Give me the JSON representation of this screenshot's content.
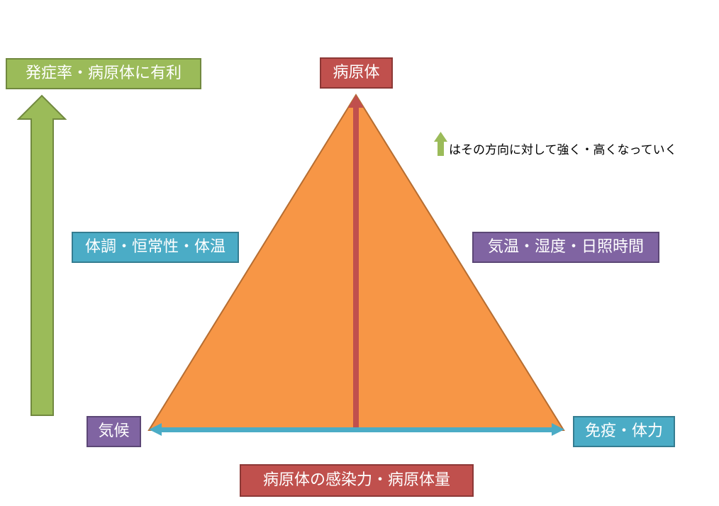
{
  "labels": {
    "favorable": "発症率・病原体に有利",
    "pathogen": "病原体",
    "body_condition": "体調・恒常性・体温",
    "weather": "気温・湿度・日照時間",
    "climate": "気候",
    "immunity": "免疫・体力",
    "infectivity": "病原体の感染力・病原体量"
  },
  "legend": {
    "text": "はその方向に対して強く・高くなっていく",
    "icon": "up-arrow-icon"
  },
  "colors": {
    "triangle_fill": "#f79646",
    "triangle_stroke": "#b66d31",
    "green": "#9bbb59",
    "red": "#c0504d",
    "blue": "#4bacc6",
    "purple": "#8064a2"
  }
}
